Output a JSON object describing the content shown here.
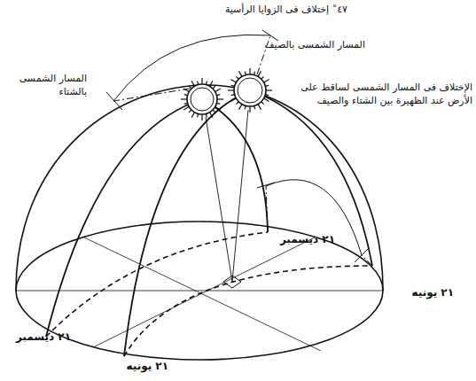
{
  "diagram": {
    "labels": [
      "٤٧˚ إختلاف فى الزوايا الرأسية",
      "المسار الشمسى بالصيف",
      "المسار الشمسى بالشتاء",
      "الإختلاف فى المسار الشمسى لساقط على الأرض عند الظهيرة بين الشتاء والصيف",
      "٢١ ديسمبر",
      "٢١ يونيه",
      "٢١ ديسمبر",
      "٢١ يونيه"
    ]
  }
}
